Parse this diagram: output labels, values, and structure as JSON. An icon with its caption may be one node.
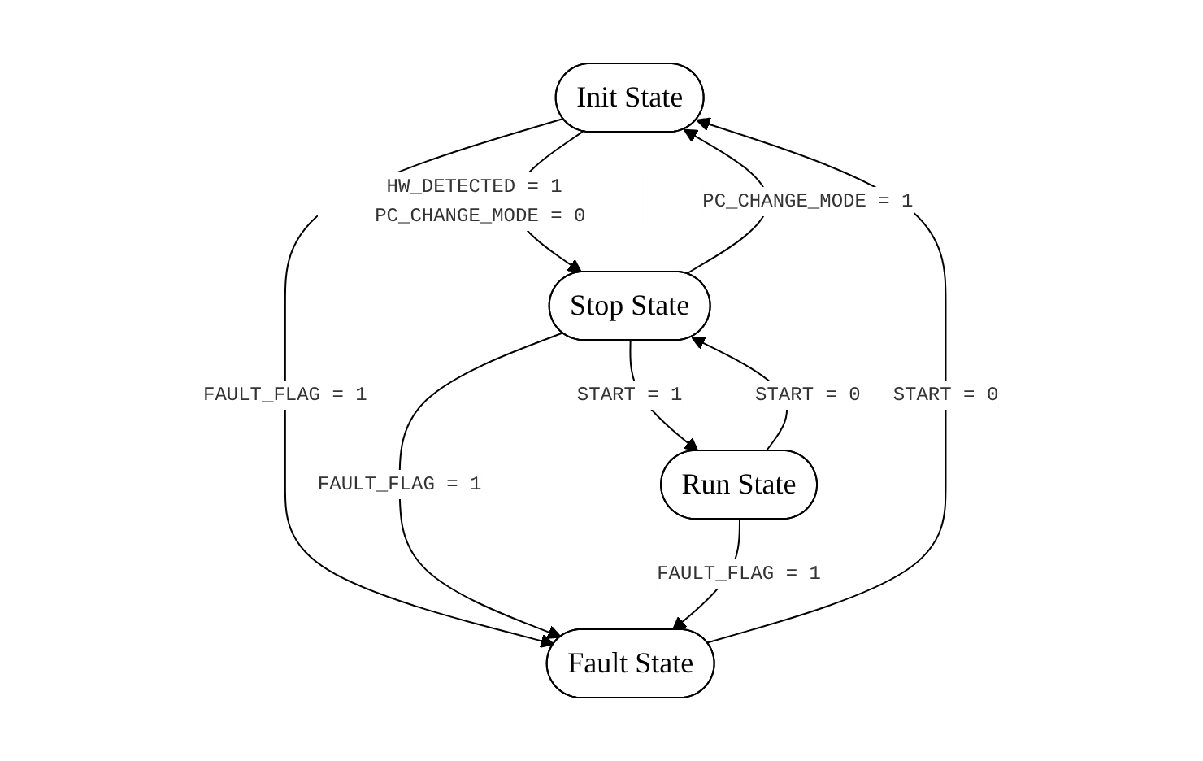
{
  "diagram": {
    "nodes": [
      {
        "text": [
          "Init State"
        ]
      },
      {
        "text": [
          "Fault State"
        ]
      },
      {
        "text": [
          "Stop State"
        ]
      },
      {
        "text": [
          "Run State"
        ]
      }
    ],
    "edges": [
      {
        "from": 1,
        "to": 0,
        "arrow": "to",
        "label": "START = 0"
      },
      {
        "from": 0,
        "to": 2,
        "arrow": "to",
        "label": "HW_DETECTED = 1 PC_CHANGE_MODE = 0"
      },
      {
        "from": 0,
        "to": 1,
        "arrow": "to",
        "label": "FAULT_FLAG = 1"
      },
      {
        "from": 2,
        "to": 0,
        "arrow": "to",
        "label": "PC_CHANGE_MODE = 1"
      },
      {
        "from": 2,
        "to": 1,
        "arrow": "to",
        "label": "FAULT_FLAG = 1"
      },
      {
        "from": 3,
        "to": 2,
        "arrow": "to",
        "label": "START = 0"
      },
      {
        "from": 2,
        "to": 3,
        "arrow": "to",
        "label": "START = 1"
      },
      {
        "from": 3,
        "to": 1,
        "arrow": "to",
        "label": "FAULT_FLAG = 1"
      }
    ]
  }
}
